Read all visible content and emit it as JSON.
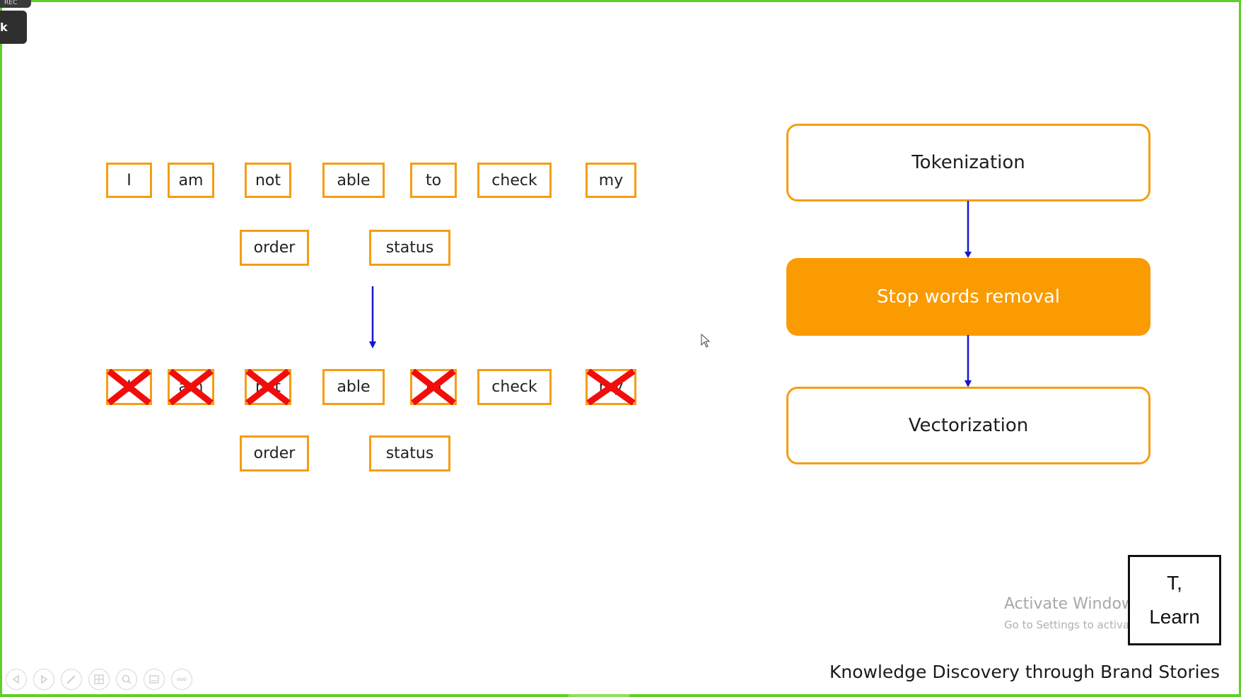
{
  "recorder": {
    "tab_label": "REC",
    "button_label": "k"
  },
  "slide": {
    "sentence_row1": [
      "I",
      "am",
      "not",
      "able",
      "to",
      "check",
      "my"
    ],
    "sentence_row2": [
      "order",
      "status"
    ],
    "filtered_row1": [
      "I",
      "am",
      "not",
      "able",
      "to",
      "check",
      "my"
    ],
    "filtered_row2": [
      "order",
      "status"
    ],
    "removed_words": [
      "I",
      "am",
      "not",
      "to",
      "my"
    ]
  },
  "pipeline": {
    "steps": [
      {
        "label": "Tokenization",
        "active": false
      },
      {
        "label": "Stop words removal",
        "active": true
      },
      {
        "label": "Vectorization",
        "active": false
      }
    ]
  },
  "brand": {
    "line1": "T,",
    "line2": "Learn"
  },
  "watermark": {
    "title": "Activate Windows",
    "subtitle": "Go to Settings to activate Windows."
  },
  "footer": {
    "text": "Knowledge Discovery through Brand Stories"
  },
  "toolbar": {
    "icons": [
      "previous-slide-icon",
      "next-slide-icon",
      "pen-icon",
      "slides-grid-icon",
      "zoom-icon",
      "subtitles-icon",
      "more-options-icon"
    ]
  },
  "colors": {
    "accent_orange": "#f59d12",
    "filled_orange": "#fb9b02",
    "arrow_blue": "#1717c8",
    "cross_red": "#f20d0d",
    "frame_green": "#5fcf2a"
  }
}
